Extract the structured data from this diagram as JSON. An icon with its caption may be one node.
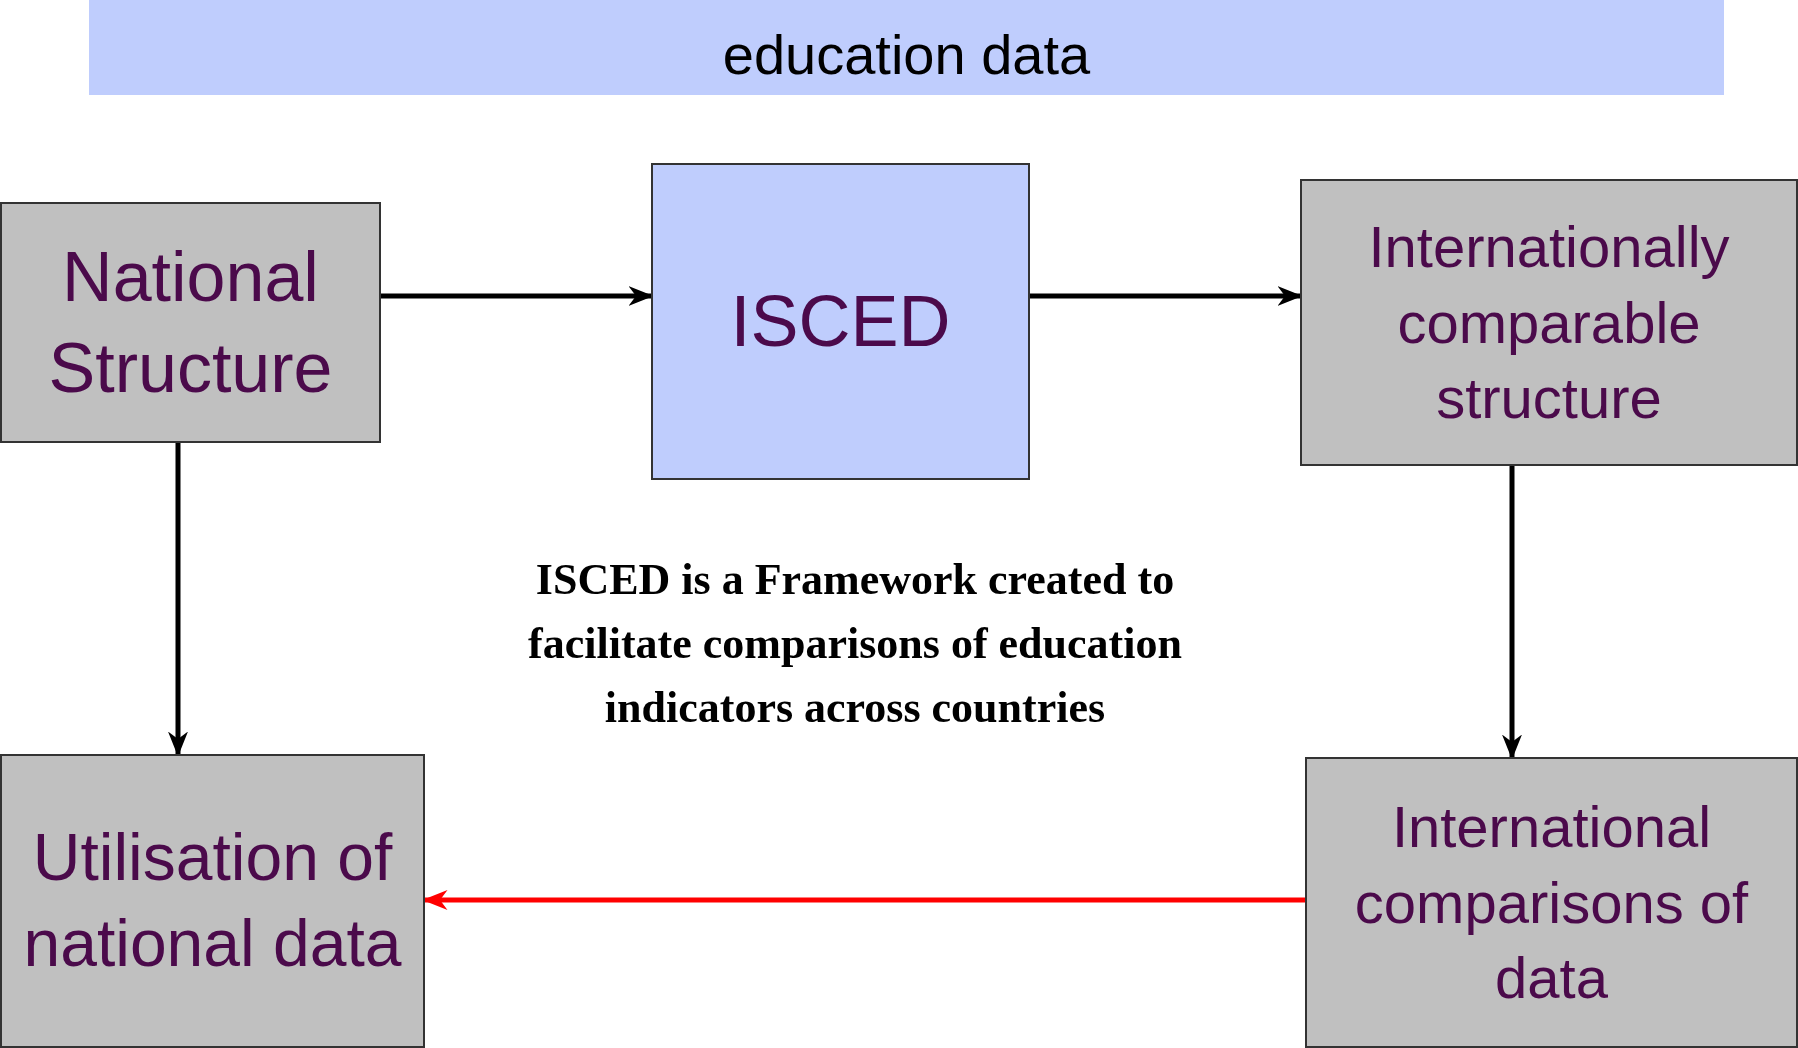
{
  "diagram": {
    "title": "education data",
    "nodes": [
      {
        "text": [
          "National Structure"
        ]
      },
      {
        "text": [
          "ISCED"
        ]
      },
      {
        "text": [
          "Internationally comparable structure"
        ]
      },
      {
        "text": [
          "Utilisation of national data"
        ]
      },
      {
        "text": [
          "International comparisons of data"
        ]
      }
    ],
    "edges": [
      {
        "from": 0,
        "to": 1,
        "arrow": "to"
      },
      {
        "from": 1,
        "to": 2,
        "arrow": "to"
      },
      {
        "from": 0,
        "to": 3,
        "arrow": "to"
      },
      {
        "from": 2,
        "to": 4,
        "arrow": "to"
      },
      {
        "from": 4,
        "to": 3,
        "arrow": "to",
        "color": "#ff0000"
      }
    ],
    "labels": [
      "ISCED is a Framework created to facilitate comparisons of education indicators across countries"
    ]
  }
}
